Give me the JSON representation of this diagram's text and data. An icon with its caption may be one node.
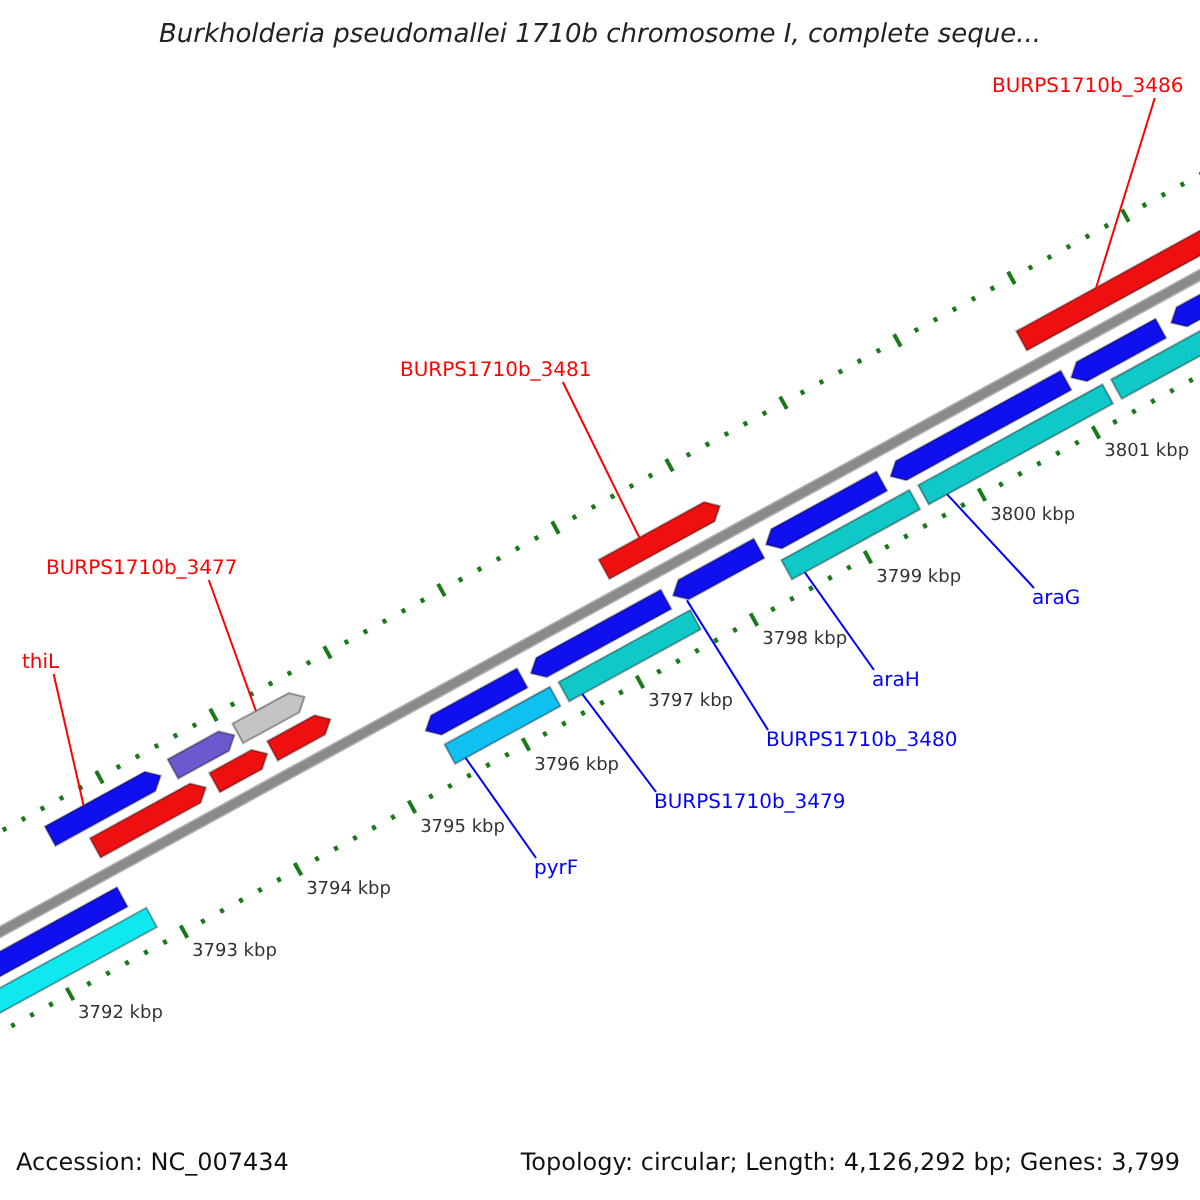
{
  "diagram": {
    "title": "Burkholderia pseudomallei 1710b chromosome I, complete seque...",
    "nodes": [
      {
        "text": [
          "BURPS1710b_3486"
        ]
      },
      {
        "text": [],
        "shape": "bar"
      },
      {
        "text": [
          "BURPS1710b_3481"
        ]
      },
      {
        "text": [],
        "shape": "bar"
      },
      {
        "text": [
          "BURPS1710b_3477"
        ]
      },
      {
        "text": [],
        "shape": "bar"
      },
      {
        "text": [
          "thiL"
        ]
      },
      {
        "text": [],
        "shape": "bar"
      },
      {
        "text": [
          "araG"
        ]
      },
      {
        "text": [],
        "shape": "bar"
      },
      {
        "text": [
          "araH"
        ]
      },
      {
        "text": [],
        "shape": "bar"
      },
      {
        "text": [
          "BURPS1710b_3480"
        ]
      },
      {
        "text": [],
        "shape": "bar"
      },
      {
        "text": [
          "BURPS1710b_3479"
        ]
      },
      {
        "text": [],
        "shape": "bar"
      },
      {
        "text": [
          "pyrF"
        ]
      },
      {
        "text": [],
        "shape": "bar"
      },
      {
        "text": [],
        "shape": "bar"
      },
      {
        "text": [],
        "shape": "bar"
      },
      {
        "text": [],
        "shape": "bar"
      },
      {
        "text": [],
        "shape": "bar"
      },
      {
        "text": [],
        "shape": "bar"
      },
      {
        "text": [],
        "shape": "bar"
      },
      {
        "text": [],
        "shape": "bar"
      },
      {
        "text": [],
        "shape": "bar"
      },
      {
        "text": [],
        "shape": "bar"
      },
      {
        "text": [],
        "shape": "bar"
      },
      {
        "text": [],
        "shape": "bar"
      },
      {
        "text": [],
        "shape": "bar"
      },
      {
        "text": [],
        "shape": "bar"
      }
    ],
    "edges": [
      {
        "from": 0,
        "to": 1,
        "arrow": "none",
        "color": "#ff0000"
      },
      {
        "from": 2,
        "to": 3,
        "arrow": "none",
        "color": "#ff0000"
      },
      {
        "from": 4,
        "to": 5,
        "arrow": "none",
        "color": "#ff0000"
      },
      {
        "from": 6,
        "to": 7,
        "arrow": "none",
        "color": "#ff0000"
      },
      {
        "from": 8,
        "to": 9,
        "arrow": "none"
      },
      {
        "from": 10,
        "to": 11,
        "arrow": "none"
      },
      {
        "from": 12,
        "to": 13,
        "arrow": "none"
      },
      {
        "from": 14,
        "to": 15,
        "arrow": "none"
      },
      {
        "from": 16,
        "to": 17,
        "arrow": "none"
      }
    ],
    "labels": [
      "3801 kbp",
      "3800 kbp",
      "3799 kbp",
      "3798 kbp",
      "3797 kbp",
      "3796 kbp",
      "3795 kbp",
      "3794 kbp",
      "3793 kbp",
      "3792 kbp",
      "Accession: NC_007434",
      "Topology: circular; Length: 4,126,292 bp; Genes: 3,799"
    ]
  }
}
